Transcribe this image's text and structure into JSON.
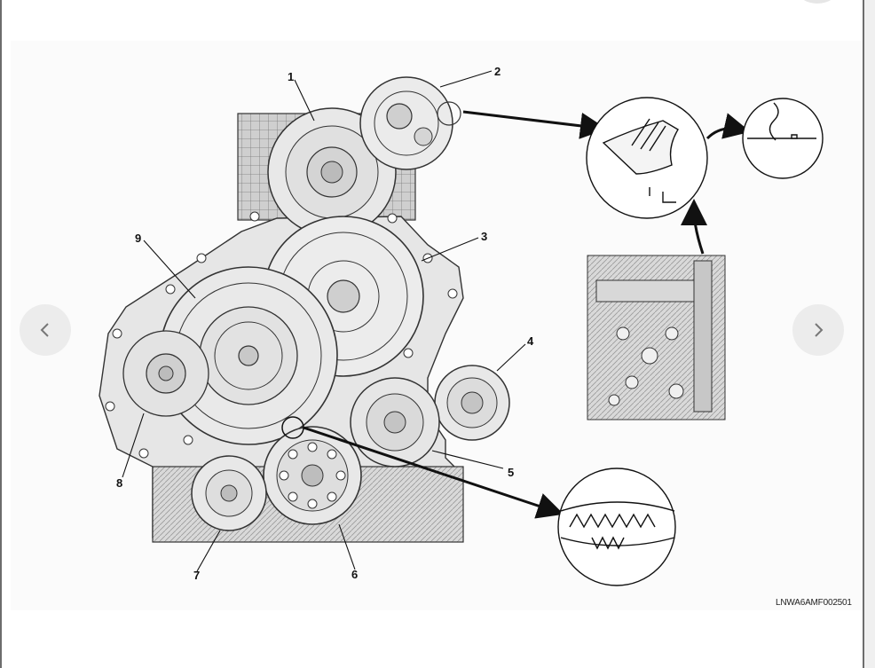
{
  "viewer": {
    "prev_icon": "chevron-left-icon",
    "next_icon": "chevron-right-icon"
  },
  "figure": {
    "callouts": [
      "1",
      "2",
      "3",
      "4",
      "5",
      "6",
      "7",
      "8",
      "9"
    ],
    "code": "LNWA6AMF002501"
  }
}
